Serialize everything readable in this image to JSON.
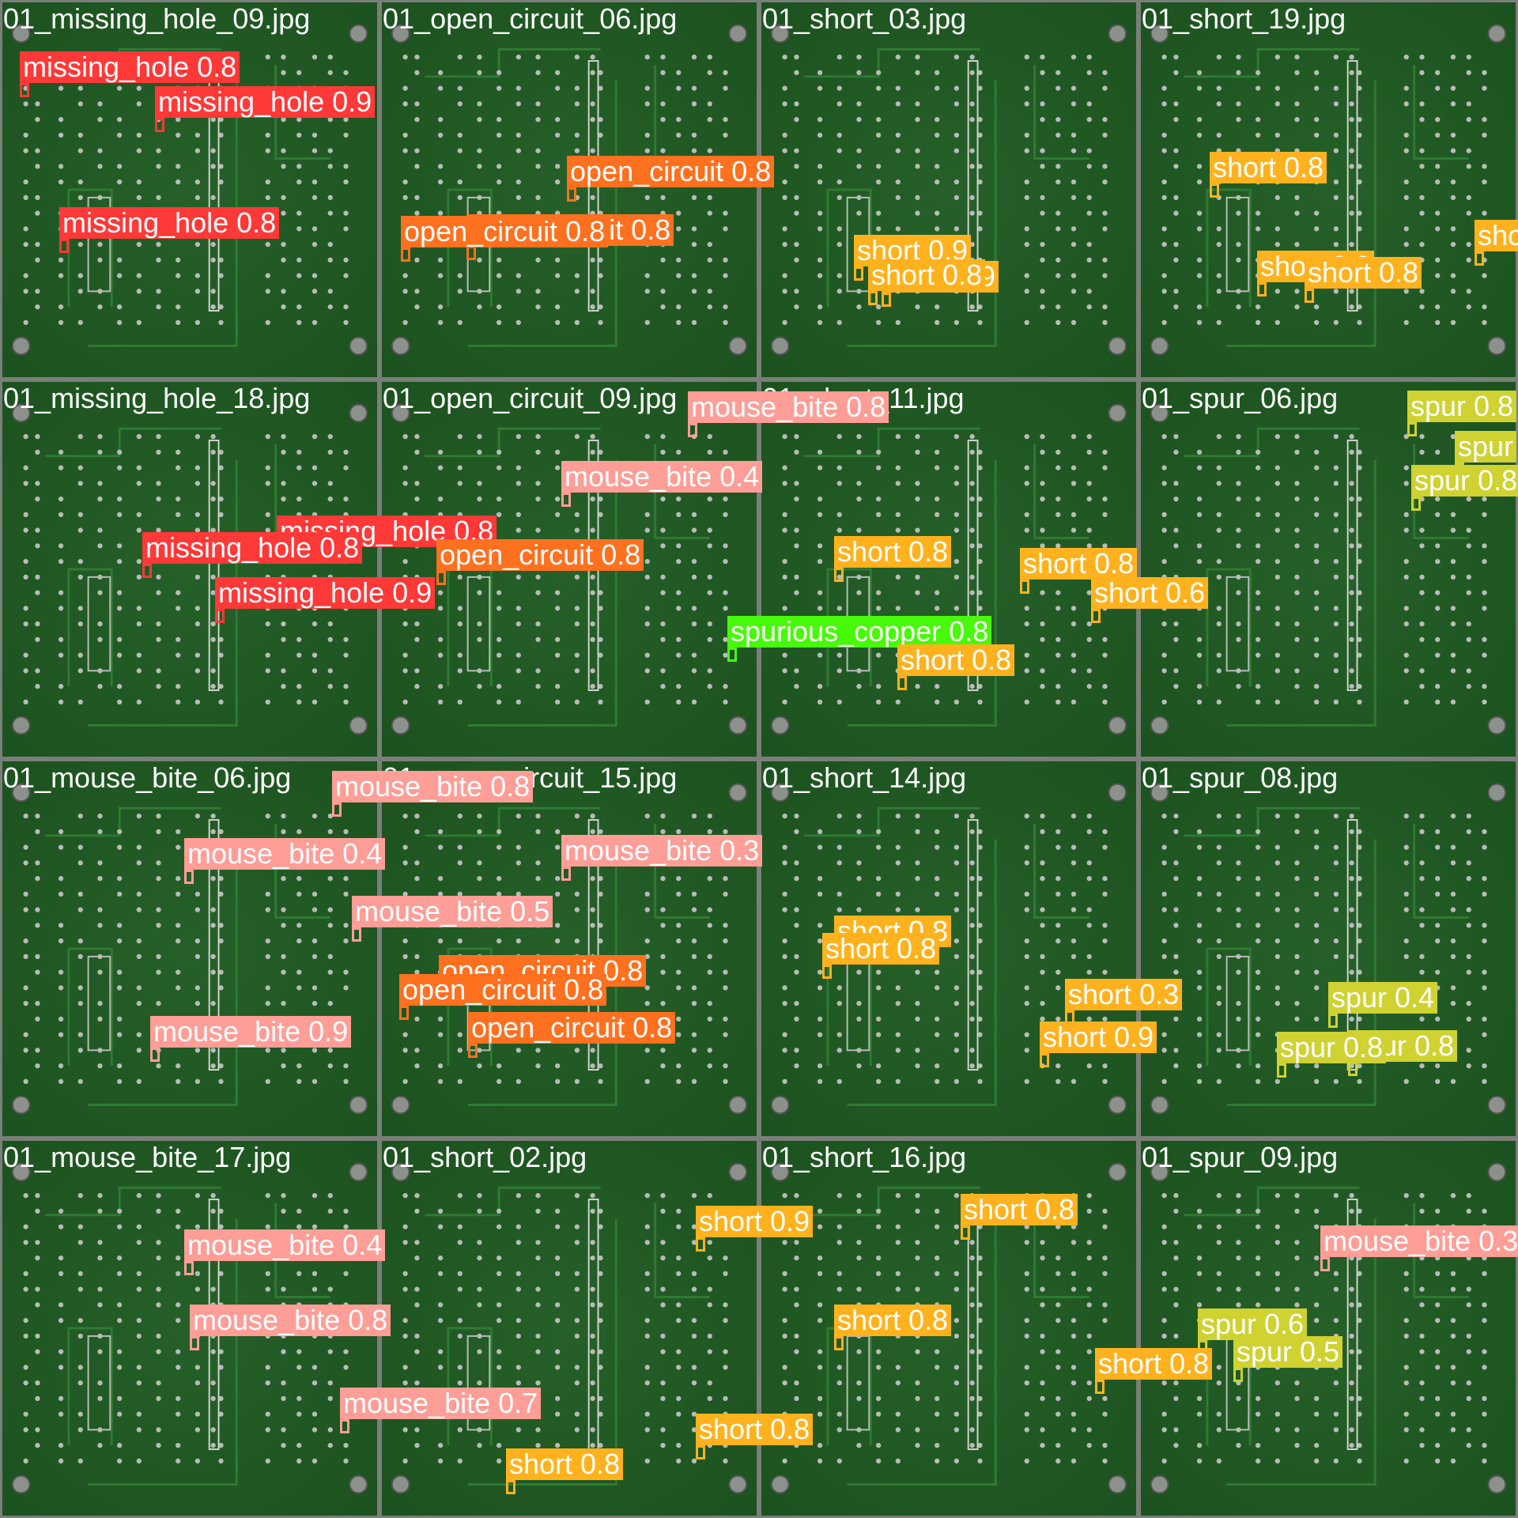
{
  "class_colors": {
    "missing_hole": "#ff3838",
    "open_circuit": "#ff701f",
    "short": "#ffb21d",
    "mouse_bite": "#ff9d97",
    "spur": "#cfd231",
    "spurious_copper": "#48f90a"
  },
  "background": "green-pcb-board",
  "tiles": [
    {
      "title": "01_missing_hole_09.jpg",
      "detections": [
        {
          "cls": "missing_hole",
          "text": "missing_hole 0.8"
        },
        {
          "cls": "missing_hole",
          "text": "missing_hole 0.9"
        },
        {
          "cls": "missing_hole",
          "text": "missing_hole 0.8"
        }
      ]
    },
    {
      "title": "01_open_circuit_06.jpg",
      "detections": [
        {
          "cls": "open_circuit",
          "text": "open_circuit 0.8"
        },
        {
          "cls": "open_circuit",
          "text": "open_circuit 0.8"
        },
        {
          "cls": "open_circuit",
          "text": "open_circuit 0.8"
        }
      ]
    },
    {
      "title": "01_short_03.jpg",
      "detections": [
        {
          "cls": "short",
          "text": "short 0.9"
        },
        {
          "cls": "short",
          "text": "short 0.9"
        },
        {
          "cls": "short",
          "text": "short 0.8"
        }
      ]
    },
    {
      "title": "01_short_19.jpg",
      "detections": [
        {
          "cls": "short",
          "text": "short 0.8"
        },
        {
          "cls": "short",
          "text": "short 0.9"
        },
        {
          "cls": "short",
          "text": "short 0.8"
        },
        {
          "cls": "short",
          "text": "short"
        }
      ]
    },
    {
      "title": "01_missing_hole_18.jpg",
      "detections": [
        {
          "cls": "missing_hole",
          "text": "missing_hole 0.8"
        },
        {
          "cls": "missing_hole",
          "text": "missing_hole 0.9"
        },
        {
          "cls": "missing_hole",
          "text": "missing_hole 0.8"
        }
      ]
    },
    {
      "title": "01_open_circuit_09.jpg",
      "detections": [
        {
          "cls": "mouse_bite",
          "text": "mouse_bite 0.8"
        },
        {
          "cls": "mouse_bite",
          "text": "mouse_bite 0.4"
        },
        {
          "cls": "open_circuit",
          "text": "open_circuit 0.8"
        }
      ]
    },
    {
      "title": "01_short_11.jpg",
      "detections": [
        {
          "cls": "short",
          "text": "short 0.8"
        },
        {
          "cls": "short",
          "text": "short 0.8"
        },
        {
          "cls": "short",
          "text": "short 0.6"
        },
        {
          "cls": "spurious_copper",
          "text": "spurious_copper 0.8"
        },
        {
          "cls": "short",
          "text": "short 0.8"
        }
      ]
    },
    {
      "title": "01_spur_06.jpg",
      "detections": [
        {
          "cls": "spur",
          "text": "spur 0.8"
        },
        {
          "cls": "spur",
          "text": "spur"
        },
        {
          "cls": "spur",
          "text": "spur 0.8"
        }
      ]
    },
    {
      "title": "01_mouse_bite_06.jpg",
      "detections": [
        {
          "cls": "mouse_bite",
          "text": "mouse_bite 0.8"
        },
        {
          "cls": "mouse_bite",
          "text": "mouse_bite 0.4"
        },
        {
          "cls": "mouse_bite",
          "text": "mouse_bite 0.5"
        },
        {
          "cls": "mouse_bite",
          "text": "mouse_bite 0.9"
        }
      ]
    },
    {
      "title": "01_open_circuit_15.jpg",
      "detections": [
        {
          "cls": "mouse_bite",
          "text": "mouse_bite 0.3"
        },
        {
          "cls": "open_circuit",
          "text": "open_circuit 0.8"
        },
        {
          "cls": "open_circuit",
          "text": "open_circuit 0.8"
        },
        {
          "cls": "open_circuit",
          "text": "open_circuit 0.8"
        }
      ]
    },
    {
      "title": "01_short_14.jpg",
      "detections": [
        {
          "cls": "short",
          "text": "short 0.8"
        },
        {
          "cls": "short",
          "text": "short 0.8"
        },
        {
          "cls": "short",
          "text": "short 0.3"
        },
        {
          "cls": "short",
          "text": "short 0.9"
        }
      ]
    },
    {
      "title": "01_spur_08.jpg",
      "detections": [
        {
          "cls": "spur",
          "text": "spur 0.4"
        },
        {
          "cls": "spur",
          "text": "spur 0.8"
        },
        {
          "cls": "spur",
          "text": "spur 0.8"
        }
      ]
    },
    {
      "title": "01_mouse_bite_17.jpg",
      "detections": [
        {
          "cls": "mouse_bite",
          "text": "mouse_bite 0.4"
        },
        {
          "cls": "mouse_bite",
          "text": "mouse_bite 0.8"
        },
        {
          "cls": "mouse_bite",
          "text": "mouse_bite 0.7"
        }
      ]
    },
    {
      "title": "01_short_02.jpg",
      "detections": [
        {
          "cls": "short",
          "text": "short 0.9"
        },
        {
          "cls": "short",
          "text": "short 0.8"
        },
        {
          "cls": "short",
          "text": "short 0.8"
        }
      ]
    },
    {
      "title": "01_short_16.jpg",
      "detections": [
        {
          "cls": "short",
          "text": "short 0.8"
        },
        {
          "cls": "short",
          "text": "short 0.8"
        },
        {
          "cls": "short",
          "text": "short 0.8"
        }
      ]
    },
    {
      "title": "01_spur_09.jpg",
      "detections": [
        {
          "cls": "mouse_bite",
          "text": "mouse_bite 0.3"
        },
        {
          "cls": "spur",
          "text": "spur 0.6"
        },
        {
          "cls": "spur",
          "text": "spur 0.5"
        }
      ]
    }
  ]
}
